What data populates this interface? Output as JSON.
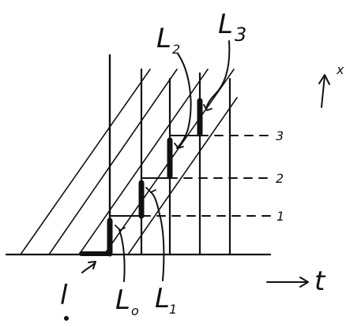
{
  "labels": {
    "L2": {
      "main": "L",
      "sub": "2"
    },
    "L3": {
      "main": "L",
      "sub": "3"
    },
    "L0": {
      "main": "L",
      "sub": "o"
    },
    "L1": {
      "main": "L",
      "sub": "1"
    },
    "l0": "l",
    "t_axis": "t",
    "x_axis": "x",
    "level_1": "1",
    "level_2": "2",
    "level_3": "3"
  }
}
